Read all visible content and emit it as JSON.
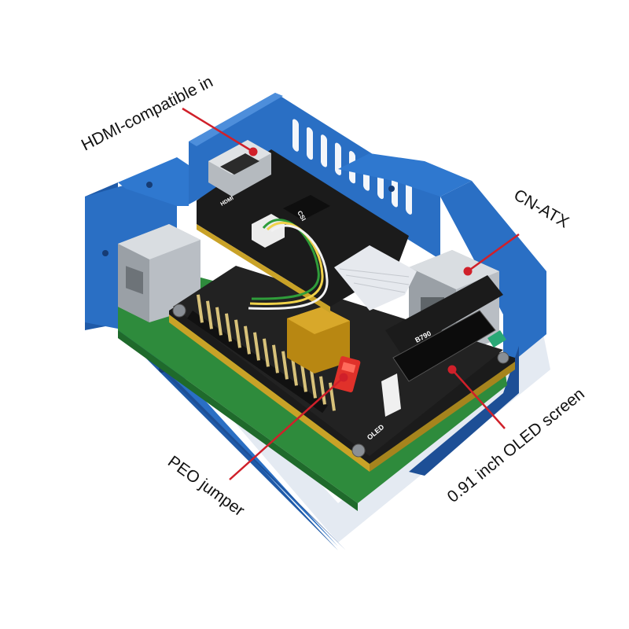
{
  "callouts": {
    "hdmi": "HDMI-compatible in",
    "cn_atx": "CN-ATX",
    "oled": "0.91 inch OLED screen",
    "peo": "PEO jumper"
  },
  "board_silkscreen": {
    "hdmi": "HDMI",
    "csi": "CSI",
    "oled": "OLED",
    "model": "B790"
  },
  "colors": {
    "case_blue": "#2a6fc4",
    "case_blue_dark": "#1d4f96",
    "case_blue_light": "#4d8edb",
    "pcb_black": "#1b1b1b",
    "pcb_green": "#2e8b3c",
    "pcb_gold": "#c9a227",
    "callout_line": "#d0202a",
    "callout_dot": "#d0202a",
    "jumper_red": "#e0312a"
  }
}
